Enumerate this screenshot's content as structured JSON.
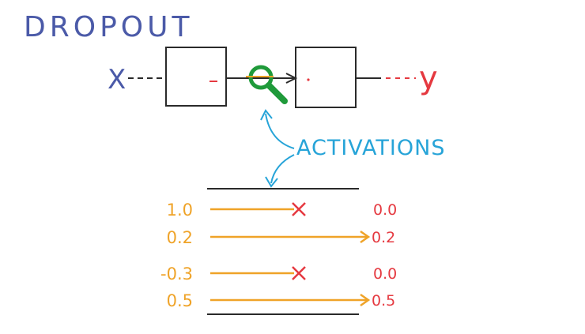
{
  "title": "DROPOUT",
  "network": {
    "input_label": "X",
    "output_label": "y"
  },
  "annotation": {
    "label": "ACTIVATIONS"
  },
  "activations": [
    {
      "input": "1.0",
      "dropped": true,
      "output": "0.0"
    },
    {
      "input": "0.2",
      "dropped": false,
      "output": "0.2"
    },
    {
      "input": "-0.3",
      "dropped": true,
      "output": "0.0"
    },
    {
      "input": "0.5",
      "dropped": false,
      "output": "0.5"
    }
  ],
  "colors": {
    "ink_blue": "#4b5aa8",
    "box_black": "#2a2a2a",
    "output_red": "#e53940",
    "activation_orange": "#efa328",
    "annotation_cyan": "#27a4d8",
    "magnifier_green": "#1f9a3a"
  },
  "icons": {
    "magnifier": "magnifier-icon",
    "dropped_marker": "cross-mark-icon"
  }
}
